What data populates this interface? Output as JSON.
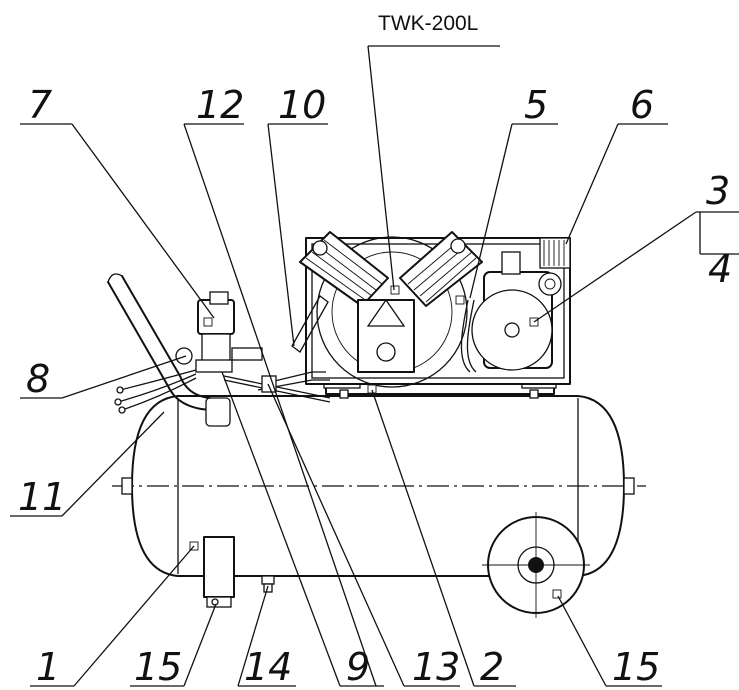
{
  "model_label": "TWK-200L",
  "callouts": {
    "c1": "1",
    "c2": "2",
    "c3": "3",
    "c4": "4",
    "c5": "5",
    "c6": "6",
    "c7": "7",
    "c8": "8",
    "c9": "9",
    "c10": "10",
    "c11": "11",
    "c12": "12",
    "c13": "13",
    "c14": "14",
    "c15a": "15",
    "c15b": "15"
  }
}
